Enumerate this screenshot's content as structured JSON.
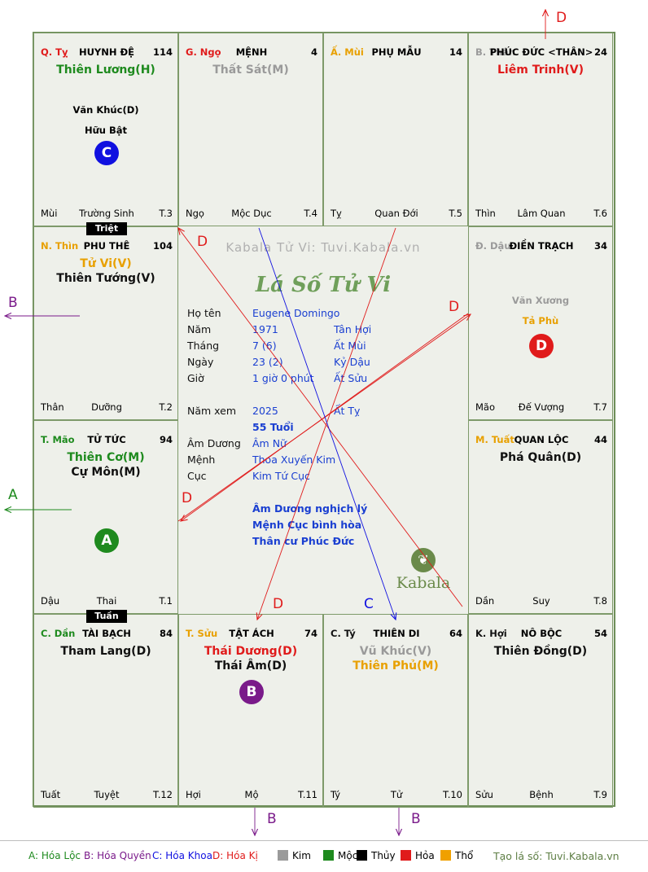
{
  "palaces": [
    {
      "can_chi": "Q. Tỵ",
      "can_color": "#e01b1b",
      "name": "HUYNH ĐỆ",
      "number": "114",
      "main_stars": [
        {
          "text": "Thiên Lương(H)",
          "color": "#1e8a1e"
        }
      ],
      "minor_stars": [
        "Văn Khúc(D)",
        "Hữu Bật"
      ],
      "badge": {
        "letter": "C",
        "color": "#1010e0"
      },
      "footer": {
        "branch": "Mùi",
        "stage": "Trường Sinh",
        "term": "T.3"
      }
    },
    {
      "can_chi": "G. Ngọ",
      "can_color": "#e01b1b",
      "name": "MỆNH",
      "number": "4",
      "main_stars": [
        {
          "text": "Thất Sát(M)",
          "color": "#9a9a9a"
        }
      ],
      "minor_stars": [],
      "footer": {
        "branch": "Ngọ",
        "stage": "Mộc Dục",
        "term": "T.4"
      }
    },
    {
      "can_chi": "Ấ. Mùi",
      "can_color": "#e8a000",
      "name": "PHỤ MẪU",
      "number": "14",
      "main_stars": [],
      "minor_stars": [],
      "footer": {
        "branch": "Tỵ",
        "stage": "Quan Đới",
        "term": "T.5"
      }
    },
    {
      "can_chi": "B. Thân",
      "can_color": "#9a9a9a",
      "name": "PHÚC ĐỨC <THÂN>",
      "number": "24",
      "main_stars": [
        {
          "text": "Liêm Trinh(V)",
          "color": "#e01b1b"
        }
      ],
      "minor_stars": [],
      "footer": {
        "branch": "Thìn",
        "stage": "Lâm Quan",
        "term": "T.6"
      }
    },
    {
      "can_chi": "N. Thìn",
      "can_color": "#e8a000",
      "name": "PHU THÊ",
      "number": "104",
      "main_stars": [
        {
          "text": "Tử Vi(V)",
          "color": "#e8a000"
        },
        {
          "text": "Thiên Tướng(V)",
          "color": "#111111"
        }
      ],
      "minor_stars": [],
      "footer": {
        "branch": "Thân",
        "stage": "Dưỡng",
        "term": "T.2"
      }
    },
    {
      "can_chi": "Đ. Dậu",
      "can_color": "#9a9a9a",
      "name": "ĐIỀN TRẠCH",
      "number": "34",
      "main_stars": [],
      "minor_stars": [
        {
          "text": "Văn Xương",
          "color": "#9a9a9a"
        },
        {
          "text": "Tả Phù",
          "color": "#e8a000"
        }
      ],
      "badge": {
        "letter": "D",
        "color": "#e01b1b"
      },
      "footer": {
        "branch": "Mão",
        "stage": "Đế Vượng",
        "term": "T.7"
      }
    },
    {
      "can_chi": "T. Mão",
      "can_color": "#1e8a1e",
      "name": "TỬ TỨC",
      "number": "94",
      "main_stars": [
        {
          "text": "Thiên Cơ(M)",
          "color": "#1e8a1e"
        },
        {
          "text": "Cự Môn(M)",
          "color": "#111111"
        }
      ],
      "minor_stars": [],
      "badge": {
        "letter": "A",
        "color": "#1e8a1e"
      },
      "footer": {
        "branch": "Dậu",
        "stage": "Thai",
        "term": "T.1"
      }
    },
    {
      "can_chi": "M. Tuất",
      "can_color": "#e8a000",
      "name": "QUAN LỘC",
      "number": "44",
      "main_stars": [
        {
          "text": "Phá Quân(D)",
          "color": "#111111"
        }
      ],
      "minor_stars": [],
      "footer": {
        "branch": "Dần",
        "stage": "Suy",
        "term": "T.8"
      }
    },
    {
      "can_chi": "C. Dần",
      "can_color": "#1e8a1e",
      "name": "TÀI BẠCH",
      "number": "84",
      "main_stars": [
        {
          "text": "Tham Lang(D)",
          "color": "#111111"
        }
      ],
      "minor_stars": [],
      "footer": {
        "branch": "Tuất",
        "stage": "Tuyệt",
        "term": "T.12"
      }
    },
    {
      "can_chi": "T. Sửu",
      "can_color": "#e8a000",
      "name": "TẬT ÁCH",
      "number": "74",
      "main_stars": [
        {
          "text": "Thái Dương(D)",
          "color": "#e01b1b"
        },
        {
          "text": "Thái Âm(D)",
          "color": "#111111"
        }
      ],
      "minor_stars": [],
      "badge": {
        "letter": "B",
        "color": "#7a1a8a"
      },
      "footer": {
        "branch": "Hợi",
        "stage": "Mộ",
        "term": "T.11"
      }
    },
    {
      "can_chi": "C. Tý",
      "can_color": "#111111",
      "name": "THIÊN DI",
      "number": "64",
      "main_stars": [
        {
          "text": "Vũ Khúc(V)",
          "color": "#9a9a9a"
        },
        {
          "text": "Thiên Phủ(M)",
          "color": "#e8a000"
        }
      ],
      "minor_stars": [],
      "footer": {
        "branch": "Tý",
        "stage": "Tử",
        "term": "T.10"
      }
    },
    {
      "can_chi": "K. Hợi",
      "can_color": "#111111",
      "name": "NÔ BỘC",
      "number": "54",
      "main_stars": [
        {
          "text": "Thiên Đồng(D)",
          "color": "#111111"
        }
      ],
      "minor_stars": [],
      "footer": {
        "branch": "Sửu",
        "stage": "Bệnh",
        "term": "T.9"
      }
    }
  ],
  "tags": {
    "triet": "Triệt",
    "tuan": "Tuần"
  },
  "center": {
    "watermark": "Kabala Tử Vi: Tuvi.Kabala.vn",
    "title": "Lá Số Tử Vi",
    "rows": [
      {
        "k": "Họ tên",
        "v1": "Eugene Domingo",
        "v2": ""
      },
      {
        "k": "Năm",
        "v1": "1971",
        "v2": "Tân Hợi"
      },
      {
        "k": "Tháng",
        "v1": "7  (6)",
        "v2": "Ất Mùi"
      },
      {
        "k": "Ngày",
        "v1": "23  (2)",
        "v2": "Kỷ Dậu"
      },
      {
        "k": "Giờ",
        "v1": "1 giờ 0 phút",
        "v2": "Ất Sửu"
      },
      {
        "k": "Năm xem",
        "v1": "2025",
        "v2": "Ất Tỵ"
      },
      {
        "k": "",
        "v1": "55 Tuổi",
        "v2": ""
      },
      {
        "k": "Âm Dương",
        "v1": "Âm Nữ",
        "v2": ""
      },
      {
        "k": "Mệnh",
        "v1": "Thoa Xuyến Kim",
        "v2": ""
      },
      {
        "k": "Cục",
        "v1": "Kim Tứ Cục",
        "v2": ""
      }
    ],
    "notes": [
      "Âm Dương nghịch lý",
      "Mệnh Cục bình hòa",
      "Thân cư Phúc Đức"
    ],
    "logo_text": "Kabala"
  },
  "arrow_labels": {
    "top": "D",
    "left_b": "B",
    "left_a": "A",
    "bottom_b1": "B",
    "bottom_b2": "B",
    "inner_d1": "D",
    "inner_d2": "D",
    "inner_d3": "D",
    "inner_d4": "D",
    "inner_c": "C"
  },
  "legend": {
    "a": "A: Hóa Lộc",
    "b": "B: Hóa Quyền",
    "c": "C: Hóa Khoa",
    "d": "D: Hóa Kị",
    "elements": [
      {
        "label": "Kim",
        "color": "#9a9a9a"
      },
      {
        "label": "Mộc",
        "color": "#1e8a1e"
      },
      {
        "label": "Thủy",
        "color": "#000000"
      },
      {
        "label": "Hỏa",
        "color": "#e01b1b"
      },
      {
        "label": "Thổ",
        "color": "#f0a000"
      }
    ],
    "site": "Tạo lá số: Tuvi.Kabala.vn",
    "colors": {
      "a": "#1e8a1e",
      "b": "#7a1a8a",
      "c": "#1010e0",
      "d": "#e01b1b"
    }
  }
}
